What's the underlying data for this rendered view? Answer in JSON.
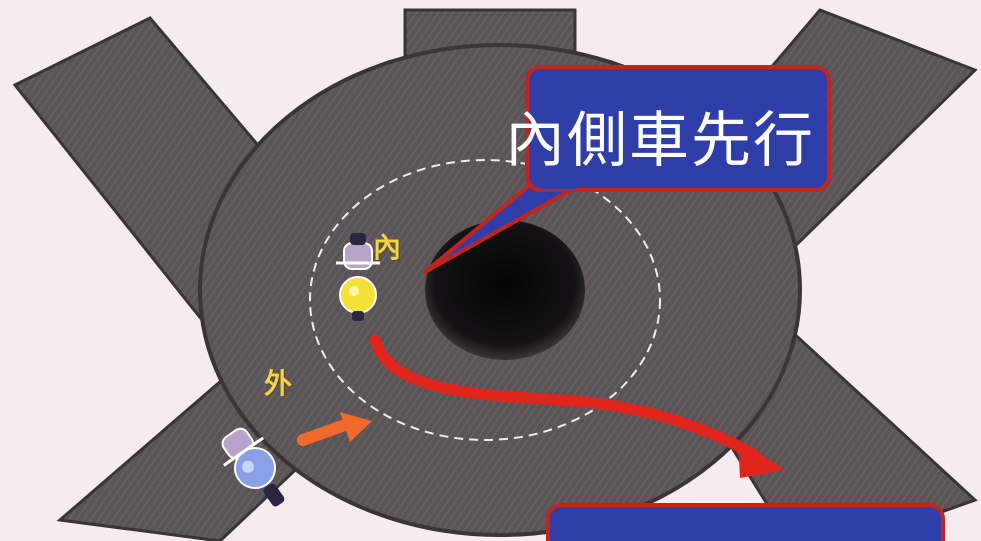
{
  "callout": {
    "text": "內側車先行",
    "fill_color": "#2f3da8",
    "border_color": "#c2241c"
  },
  "labels": {
    "inner": "內",
    "outer": "外"
  },
  "colors": {
    "background": "#f6ecef",
    "road": "#5b5457",
    "island": "#0f0d0f",
    "dashed_circle": "#ffffff",
    "path_arrow": "#e0251d",
    "outer_arrow": "#f26a2b",
    "label_text": "#f2d34a"
  },
  "icons": {
    "inner_vehicle": "motorcycle-topview-icon",
    "outer_vehicle": "motorcycle-topview-icon"
  }
}
